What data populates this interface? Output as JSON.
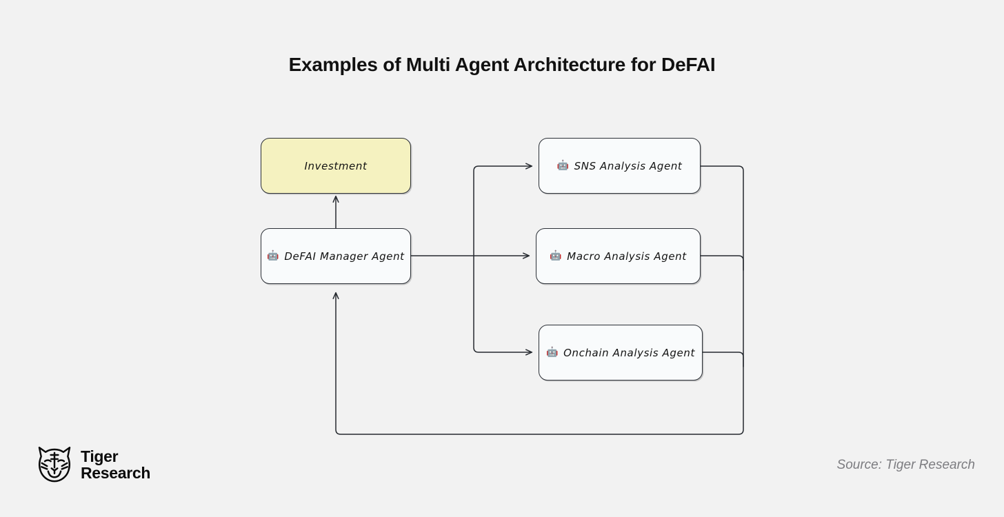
{
  "page": {
    "background_color": "#f2f2f2",
    "title": "Examples of Multi Agent Architecture for DeFAI"
  },
  "diagram": {
    "type": "flowchart",
    "nodes": [
      {
        "id": "investment",
        "label": "Investment",
        "emoji": "",
        "fill": "#f5f2c0",
        "border_color": "#2b2f36"
      },
      {
        "id": "manager",
        "label": "DeFAI Manager Agent",
        "emoji": "🤖",
        "fill": "#f9fbfc",
        "border_color": "#2b2f36"
      },
      {
        "id": "sns",
        "label": "SNS Analysis Agent",
        "emoji": "🤖",
        "fill": "#f9fbfc",
        "border_color": "#2b2f36"
      },
      {
        "id": "macro",
        "label": "Macro Analysis Agent",
        "emoji": "🤖",
        "fill": "#f9fbfc",
        "border_color": "#2b2f36"
      },
      {
        "id": "onchain",
        "label": "Onchain Analysis Agent",
        "emoji": "🤖",
        "fill": "#f9fbfc",
        "border_color": "#2b2f36"
      }
    ],
    "edges": [
      {
        "from": "manager",
        "to": "investment",
        "arrow": true
      },
      {
        "from": "manager",
        "to": "sns",
        "arrow": true
      },
      {
        "from": "manager",
        "to": "macro",
        "arrow": true
      },
      {
        "from": "manager",
        "to": "onchain",
        "arrow": true
      },
      {
        "from": "sns",
        "to": "manager",
        "arrow": true
      },
      {
        "from": "macro",
        "to": "manager",
        "arrow": true
      },
      {
        "from": "onchain",
        "to": "manager",
        "arrow": true
      }
    ],
    "edge_color": "#24282e"
  },
  "footer": {
    "logo_line1": "Tiger",
    "logo_line2": "Research",
    "source": "Source: Tiger Research"
  }
}
